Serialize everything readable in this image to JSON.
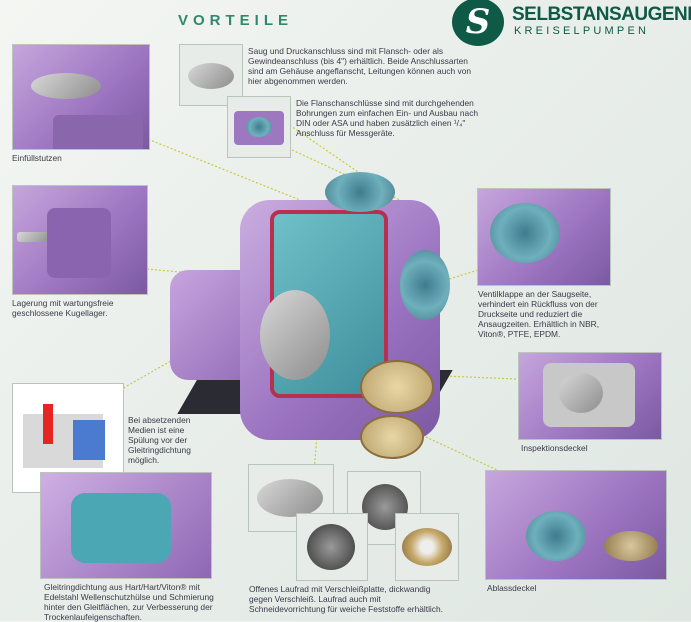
{
  "header": {
    "title": "VORTEILE",
    "logo_letter": "S",
    "brand_line1": "SELBSTANSAUGENDE",
    "brand_line2": "KREISELPUMPEN"
  },
  "captions": {
    "flange": "Saug und Druckanschluss sind mit Flansch- oder als Gewindeanschluss (bis 4\") erhältlich. Beide Anschlussarten sind am Gehäuse angeflanscht, Leitungen können auch von hier abgenommen werden.",
    "holes": "Die Flanschanschlüsse sind mit durchgehenden Bohrungen zum einfachen Ein- und Ausbau nach DIN oder ASA und haben zusätzlich einen ¹/₄\" Anschluss für Messgeräte.",
    "fill": "Einfüllstutzen",
    "bearing": "Lagerung mit wartungsfreie geschlossene Kugellager.",
    "valve": "Ventilklappe an der Saugseite, verhindert ein Rückfluss von der Druckseite und reduziert die Ansaugzeiten. Erhältlich in NBR, Viton®, PTFE, EPDM.",
    "flush": "Bei absetzenden Medien ist eine Spülung vor der Gleitringdichtung möglich.",
    "inspection": "Inspektionsdeckel",
    "seal": "Gleitringdichtung aus Hart/Hart/Viton® mit Edelstahl Wellenschutzhülse und Schmierung hinter den Gleitflächen, zur Verbesserung der Trockenlaufeigenschaften.",
    "impeller": "Offenes Laufrad mit Verschleißplatte, dickwandig gegen Verschleiß. Laufrad auch mit Schneidevorrichtung für weiche Feststoffe erhältlich.",
    "drain": "Ablassdeckel"
  }
}
